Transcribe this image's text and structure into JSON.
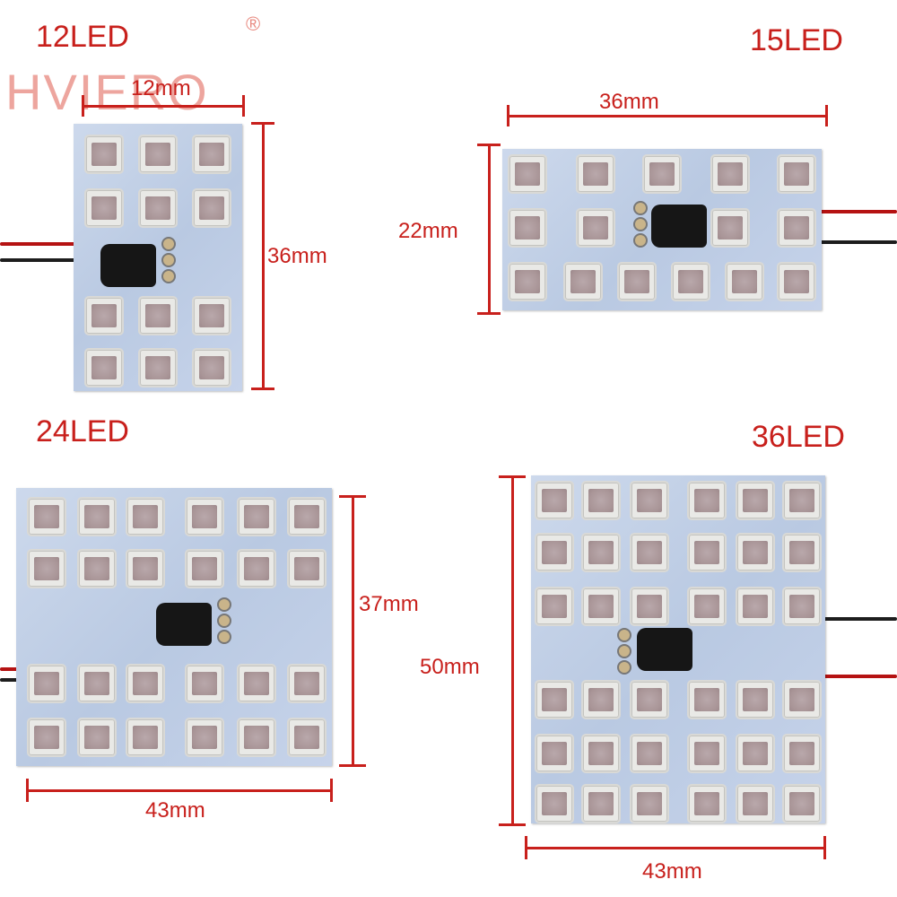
{
  "logo": {
    "text": "HVIERO",
    "registered": "®"
  },
  "panels": {
    "p12": {
      "title": "12LED",
      "width": "12mm",
      "height": "36mm"
    },
    "p15": {
      "title": "15LED",
      "width": "36mm",
      "height": "22mm"
    },
    "p24": {
      "title": "24LED",
      "width": "43mm",
      "height": "37mm"
    },
    "p36": {
      "title": "36LED",
      "width": "43mm",
      "height": "50mm"
    }
  },
  "colors": {
    "label": "#c8201c",
    "board": "#c3d1e8"
  }
}
